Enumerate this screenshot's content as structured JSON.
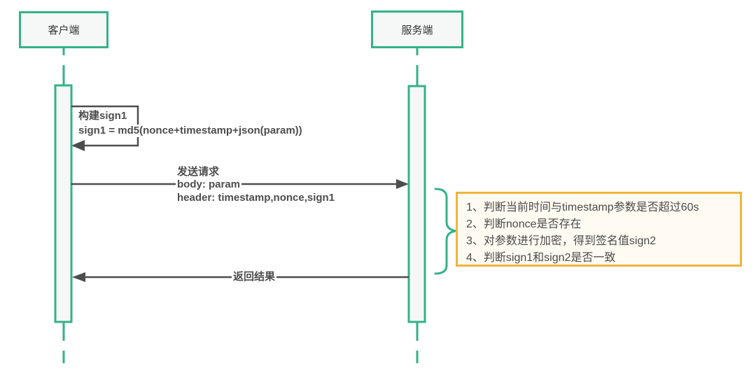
{
  "diagram": {
    "type": "sequence-diagram",
    "background": "#ffffff",
    "colors": {
      "lifeline_green": "#34B287",
      "activation_fill": "#F5F8F7",
      "arrow_gray": "#4D4D4D",
      "note_border": "#F2B33D",
      "note_background": "#FFFBF2"
    },
    "actors": [
      {
        "id": "client",
        "label": "客户端"
      },
      {
        "id": "server",
        "label": "服务端"
      }
    ],
    "messages": {
      "self_message": {
        "title": "构建sign1",
        "detail": "sign1 = md5(nonce+timestamp+json(param))"
      },
      "request": {
        "title": "发送请求",
        "body_line": "body: param",
        "header_line": "header: timestamp,nonce,sign1"
      },
      "response": {
        "label": "返回结果"
      }
    },
    "note": {
      "items": [
        "1、判断当前时间与timestamp参数是否超过60s",
        "2、判断nonce是否存在",
        "3、对参数进行加密，得到签名值sign2",
        "4、判断sign1和sign2是否一致"
      ]
    }
  }
}
